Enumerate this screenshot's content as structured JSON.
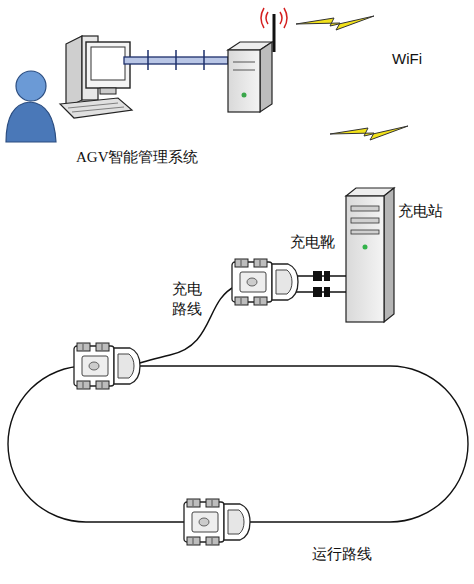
{
  "diagram": {
    "labels": [
      "WiFi",
      "AGV智能管理系统",
      "充电站",
      "充电靴",
      "充电 路线",
      "运行路线"
    ]
  }
}
